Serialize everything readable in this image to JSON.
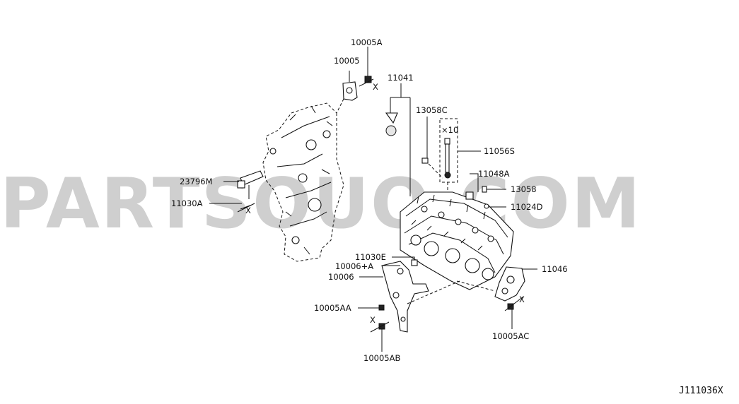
{
  "watermark": "PARTSOUQ.COM",
  "diagram_code": "J111036X",
  "labels": {
    "p10005A": "10005A",
    "p10005": "10005",
    "p11041": "11041",
    "p13058C": "13058C",
    "x10": "×10",
    "p11056S": "11056S",
    "p23796M": "23796M",
    "p11030A": "11030A",
    "p11048A": "11048A",
    "p13058": "13058",
    "p11024D": "11024D",
    "p11030E": "11030E",
    "p10006A": "10006+A",
    "p10006": "10006",
    "p11046": "11046",
    "p10005AA": "10005AA",
    "p10005AB": "10005AB",
    "p10005AC": "10005AC"
  },
  "icons": {
    "omit_mark": "X"
  }
}
